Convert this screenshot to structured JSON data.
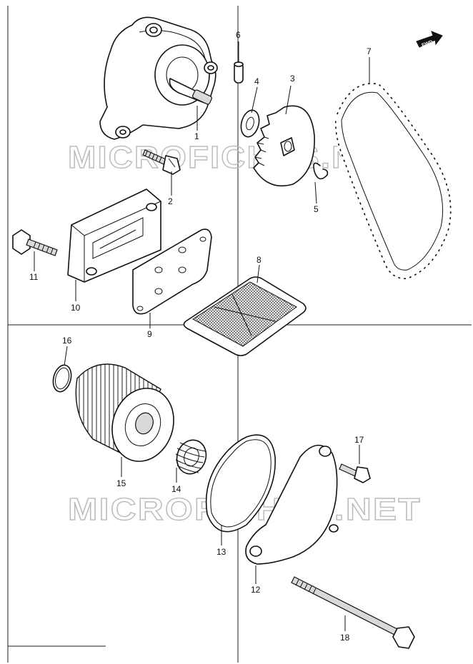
{
  "watermarks": [
    "MICROFICHES.NET",
    "MICROFICHES.NET"
  ],
  "fwd_label": "FWD",
  "callouts": {
    "p1": "1",
    "p2": "2",
    "p3": "3",
    "p4": "4",
    "p5": "5",
    "p6": "6",
    "p7": "7",
    "p8": "8",
    "p9": "9",
    "p10": "10",
    "p11": "11",
    "p12": "12",
    "p13": "13",
    "p14": "14",
    "p15": "15",
    "p16": "16",
    "p17": "17",
    "p18": "18"
  },
  "colors": {
    "line": "#111111",
    "watermark": "#bcbcbc",
    "shade": "#d9d9d9"
  }
}
